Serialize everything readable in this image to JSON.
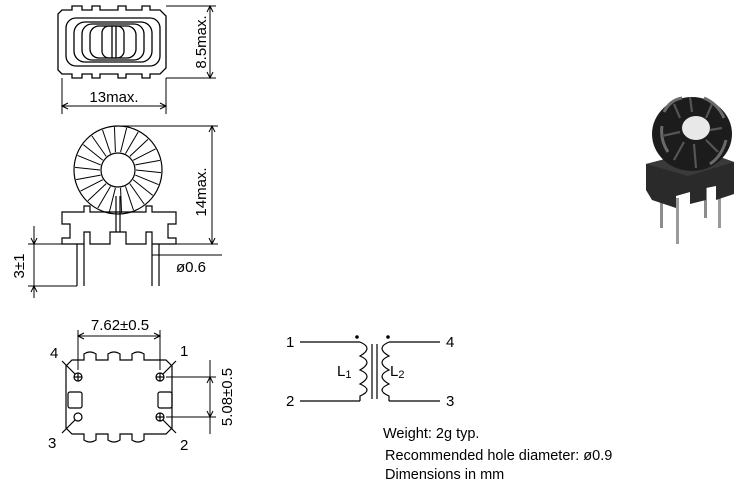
{
  "dimensions": {
    "top_view_height": "8.5max.",
    "top_view_width": "13max.",
    "front_view_height": "14max.",
    "pin_diameter": "ø0.6",
    "standoff": "3±1",
    "pin_pitch_x": "7.62±0.5",
    "pin_pitch_y": "5.08±0.5"
  },
  "footprint_pins": [
    "4",
    "1",
    "3",
    "2"
  ],
  "schematic": {
    "pins": [
      "1",
      "4",
      "2",
      "3"
    ],
    "inductor_1": "L",
    "inductor_1_sub": "1",
    "inductor_2": "L",
    "inductor_2_sub": "2"
  },
  "notes": {
    "weight": "Weight: 2g typ.",
    "hole": "Recommended hole diameter: ø0.9",
    "units": "Dimensions in mm"
  },
  "colors": {
    "line": "#000000",
    "photo_body": "#1c1c1c",
    "photo_core": "#e8e8e8"
  },
  "icons": {
    "product_photo": "toroidal-choke-photo-icon"
  }
}
